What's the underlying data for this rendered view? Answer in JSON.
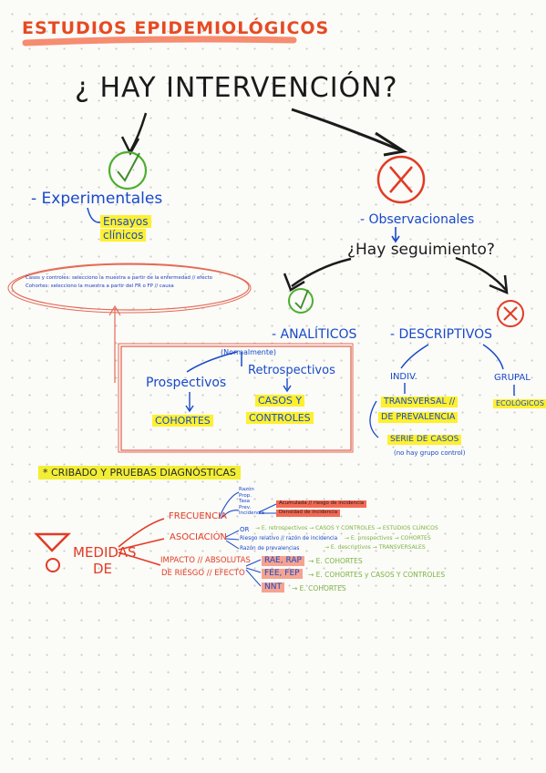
{
  "title": "ESTUDIOS EPIDEMIOLÓGICOS",
  "question_intervention": "¿ HAY INTERVENCIÓN?",
  "experimentales": {
    "label": "- Experimentales",
    "sub1": "Ensayos",
    "sub2": "clínicos"
  },
  "observacionales": "- Observacionales",
  "question_seguimiento": "¿Hay seguimiento?",
  "note": {
    "line1": "Casos y controles: selecciono la muestra a partir de la enfermedad // efecto",
    "line2": "Cohortes: selecciono la muestra a partir del FR o FP // causa"
  },
  "analiticos": {
    "label": "- ANALÍTICOS",
    "normalmente": "(Normalmente)",
    "prospectivos": "Prospectivos",
    "retrospectivos": "Retrospectivos",
    "cohortes": "COHORTES",
    "casos_line1": "CASOS Y",
    "casos_line2": "CONTROLES"
  },
  "descriptivos": {
    "label": "- DESCRIPTIVOS",
    "indiv": "INDIV.",
    "grupal": "GRUPAL",
    "transversal_line1": "TRANSVERSAL //",
    "transversal_line2": "DE PREVALENCIA",
    "ecologicos": "ECOLÓGICOS",
    "serie": "SERIE DE CASOS",
    "serie_note": "(no hay grupo control)"
  },
  "cribado": "* CRIBADO Y PRUEBAS DIAGNÓSTICAS",
  "medidas": {
    "line1": "MEDIDAS",
    "line2": "DE",
    "frecuencia": "FRECUENCIA",
    "asociacion": "ASOCIACIÓN",
    "impacto_line1": "IMPACTO // ABSOLUTAS",
    "impacto_line2": "DE RIESGO // EFECTO",
    "freq_items": [
      "Razón",
      "Prop.",
      "Tasa",
      "Prev.",
      "Incidencia"
    ],
    "incidencia_acum": "Acumulada // riesgo de incidencia",
    "densidad": "Densidad de incidencia",
    "or": "OR",
    "or_text": "→ E. retrospectivos → CASOS Y CONTROLES → ESTUDIOS CLÍNICOS",
    "rr": "Riesgo relativo // razón de incidencia",
    "rr_text": "→ E. prospectivos → COHORTES",
    "razon_prev": "Razón de prevalencias",
    "razon_prev_text": "→ E. descriptivos → TRANSVERSALES",
    "rae_rap": "RAE, RAP",
    "fee_fep": "FEE, FEP",
    "nnt": "NNT",
    "rae_text": "→ E. COHORTES",
    "fee_text": "→ E. COHORTES y CASOS Y CONTROLES",
    "nnt_text": "→ E. COHORTES"
  }
}
